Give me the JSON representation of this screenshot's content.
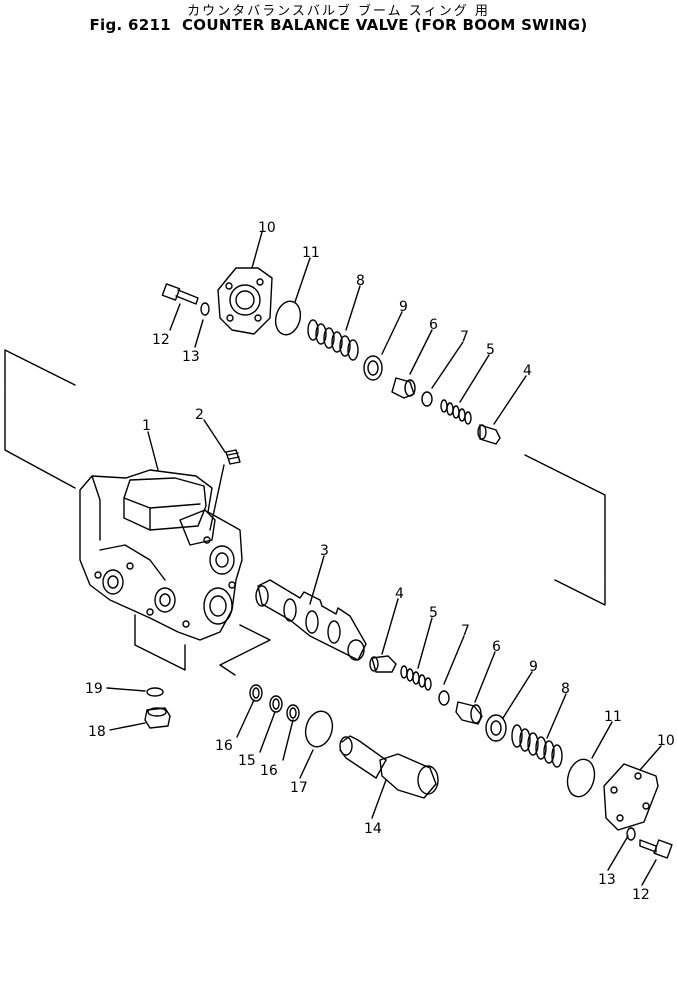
{
  "title": {
    "japanese": "カウンタバランスバルブ ブーム スィング 用",
    "figure_no": "Fig. 6211",
    "english": "COUNTER BALANCE VALVE (FOR BOOM SWING)"
  },
  "callouts": {
    "top_10": "10",
    "top_11": "11",
    "top_8": "8",
    "top_12": "12",
    "top_13": "13",
    "top_9": "9",
    "top_6": "6",
    "top_7": "7",
    "top_5": "5",
    "top_4": "4",
    "c_1": "1",
    "c_2": "2",
    "c_3": "3",
    "mid_4": "4",
    "mid_5": "5",
    "mid_7": "7",
    "mid_6": "6",
    "mid_9": "9",
    "mid_8": "8",
    "bot_11": "11",
    "bot_10": "10",
    "bot_13": "13",
    "bot_12": "12",
    "c_19": "19",
    "c_18": "18",
    "c_16a": "16",
    "c_15": "15",
    "c_16b": "16",
    "c_17": "17",
    "c_14": "14"
  }
}
